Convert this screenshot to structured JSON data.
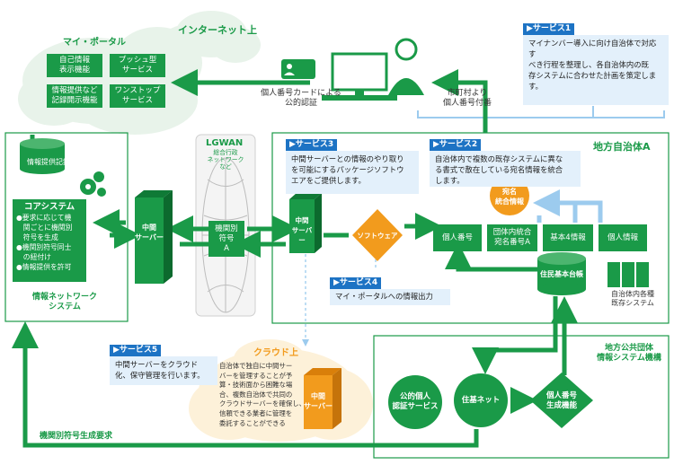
{
  "colors": {
    "green": "#1a9a48",
    "dark_green": "#0f7a36",
    "blue": "#1d73c4",
    "light_blue": "#e3f0fb",
    "orange": "#f29b1d",
    "cloud": "#e8f3ea"
  },
  "cloud_top": {
    "portal_title": "マイ・ポータル",
    "internet_label": "インターネット上",
    "buttons": [
      [
        "自己情報",
        "表示機能"
      ],
      [
        "プッシュ型",
        "サービス"
      ],
      [
        "情報提供など",
        "記録開示機能"
      ],
      [
        "ワンストップ",
        "サービス"
      ]
    ]
  },
  "user_labels": {
    "card_auth": [
      "個人番号カードによる",
      "公的認証"
    ],
    "assign": [
      "市町村より",
      "個人番号付番"
    ]
  },
  "network_system": {
    "record_label": "情報提供記録",
    "core_title": "コアシステム",
    "core_items": [
      "●要求に応じて機",
      "　関ごとに機関別",
      "　符号を生成",
      "●機関別符号同士",
      "　の紐付け",
      "●情報提供を許可"
    ],
    "footer": [
      "情報ネットワーク",
      "システム"
    ],
    "middle_server": [
      "中間",
      "サーバー"
    ]
  },
  "lgwan": {
    "title": "LGWAN",
    "sub": [
      "総合行政",
      "ネットワーク",
      "など"
    ],
    "agency_code": [
      "機関別",
      "符号",
      "A"
    ]
  },
  "local_gov": {
    "title": "地方自治体A",
    "middle_server": [
      "中間",
      "サーバー"
    ],
    "software": "ソフトウェア",
    "boxes": [
      "個人番号",
      "団体内統合\n宛名番号A",
      "基本4情報",
      "個人情報"
    ],
    "merge": [
      "宛名",
      "統合情報"
    ],
    "registry": "住民基本台帳",
    "existing": [
      "自治体内各種",
      "既存システム"
    ]
  },
  "services": [
    {
      "head": "▶サービス1",
      "body": [
        "マイナンバー導入に向け自治体で対応す",
        "べき行程を整理し、各自治体内の既",
        "存システムに合わせた計画を策定しま",
        "す。"
      ]
    },
    {
      "head": "▶サービス2",
      "body": [
        "自治体内で複数の既存システムに異な",
        "る書式で散在している宛名情報を統合",
        "します。"
      ]
    },
    {
      "head": "▶サービス3",
      "body": [
        "中間サーバーとの情報のやり取り",
        "を可能にするパッケージソフトウ",
        "エアをご提供します。"
      ]
    },
    {
      "head": "▶サービス4",
      "body": [
        "マイ・ポータルへの情報出力"
      ]
    },
    {
      "head": "▶サービス5",
      "body": [
        "中間サーバーをクラウド",
        "化、保守管理を行います。"
      ]
    }
  ],
  "cloud_bottom": {
    "title": "クラウド上",
    "body": [
      "自治体で独自に中間サー",
      "バーを管理することが予",
      "算・技術面から困難な場",
      "合、複数自治体で共同の",
      "クラウドサーバーを確保し、",
      "信頼できる業者に管理を",
      "委託することができる"
    ],
    "server": [
      "中間",
      "サーバー"
    ]
  },
  "public_system": {
    "title": [
      "地方公共団体",
      "情報システム機構"
    ],
    "auth_service": [
      "公的個人",
      "認証サービス"
    ],
    "juki_net": "住基ネット",
    "number_gen": [
      "個人番号",
      "生成機能"
    ]
  },
  "bottom_label": "機関別符号生成要求"
}
